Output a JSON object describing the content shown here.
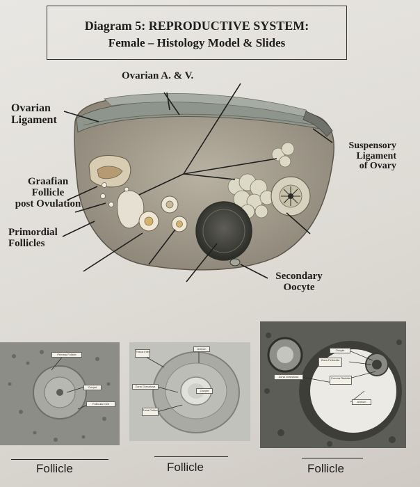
{
  "header": {
    "title_line1": "Diagram 5: REPRODUCTIVE SYSTEM:",
    "title_line2": "Female – Histology Model & Slides"
  },
  "diagram_labels": {
    "ovarian_av": "Ovarian A. & V.",
    "ovarian_ligament": [
      "Ovarian",
      "Ligament"
    ],
    "suspensory_ligament": [
      "Suspensory",
      "Ligament",
      "of Ovary"
    ],
    "graafian_follicle": [
      "Graafian",
      "Follicle",
      "post Ovulation"
    ],
    "primordial_follicles": [
      "Primordial",
      "Follicles"
    ],
    "secondary_oocyte": [
      "Secondary",
      "Oocyte"
    ]
  },
  "slides": {
    "slide1_tags": [
      "Primary Follicle",
      "Oocyte",
      "Follicular Cell"
    ],
    "slide2_tags": [
      "Theca Interna",
      "Antrum",
      "Zona Granulosa",
      "Oocyte",
      "Zona Pellucida"
    ],
    "slide3_tags": [
      "Oocyte",
      "Zona Pellucida",
      "Zona Granulosa",
      "Corona Radiata",
      "Antrum"
    ]
  },
  "answer_labels": [
    "Follicle",
    "Follicle",
    "Follicle"
  ]
}
